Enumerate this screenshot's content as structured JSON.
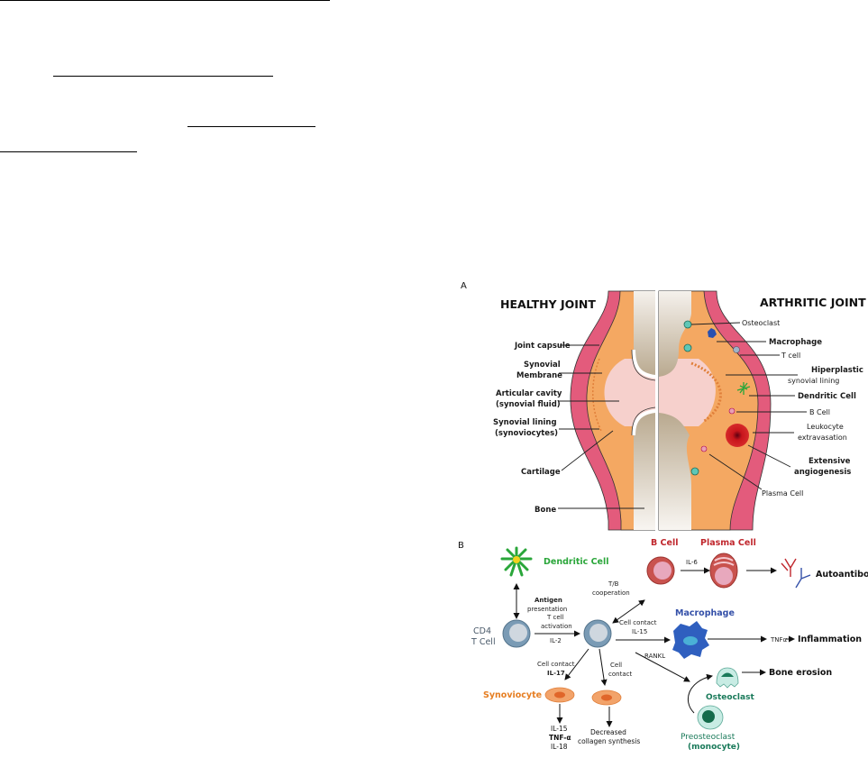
{
  "page": {
    "underlines": 4
  },
  "figure": {
    "panel_a": {
      "letter": "A",
      "healthy_title": "HEALTHY JOINT",
      "arthritic_title": "ARTHRITIC JOINT",
      "healthy_labels": [
        "Joint capsule",
        "Synovial",
        "Membrane",
        "Articular cavity",
        "(synovial fluid)",
        "Synovial lining",
        "(synoviocytes)",
        "Cartilage",
        "Bone"
      ],
      "arthritic_labels": [
        "Osteoclast",
        "Macrophage",
        "T cell",
        "Hiperplastic",
        "synovial lining",
        "Dendritic Cell",
        "B Cell",
        "Leukocyte",
        "extravasation",
        "Extensive",
        "angiogenesis",
        "Plasma Cell"
      ]
    },
    "panel_b": {
      "letter": "B",
      "cells": {
        "dendritic": "Dendritic Cell",
        "cd4_line1": "CD4",
        "cd4_line2": "T Cell",
        "b_cell": "B Cell",
        "plasma": "Plasma Cell",
        "macrophage": "Macrophage",
        "synoviocyte": "Synoviocyte",
        "osteoclast": "Osteoclast",
        "preosteoclast_line1": "Preosteoclast",
        "preosteoclast_line2": "(monocyte)"
      },
      "edges": {
        "antigen_1": "Antigen",
        "antigen_2": "presentation",
        "activation_1": "T cell",
        "activation_2": "activation",
        "activation_3": "IL-2",
        "tb_1": "T/B",
        "tb_2": "cooperation",
        "il6": "IL-6",
        "contact15_1": "Cell contact",
        "contact15_2": "IL-15",
        "contact17_1": "Cell contact",
        "contact17_2": "IL-17",
        "contact_1": "Cell",
        "contact_2": "contact",
        "rankl": "RANKL",
        "tnfa": "TNFα"
      },
      "outcomes": {
        "autoantibodies": "Autoantibodies",
        "inflammation": "Inflammation",
        "bone_erosion": "Bone erosion",
        "cytokines_1": "IL-15",
        "cytokines_2": "TNF-α",
        "cytokines_3": "IL-18",
        "collagen_1": "Decreased",
        "collagen_2": "collagen synthesis"
      }
    }
  },
  "colors": {
    "capsule": "#e35b7c",
    "synovium": "#f4a862",
    "fluid": "#f6d0cc",
    "bone": "#d9cfc2",
    "dendritic": "#2aa63a",
    "bcell_title": "#c0272d",
    "macrophage_title": "#3450a8",
    "synoviocyte_title": "#e67e22",
    "osteoclast_title": "#1a7a5a"
  }
}
